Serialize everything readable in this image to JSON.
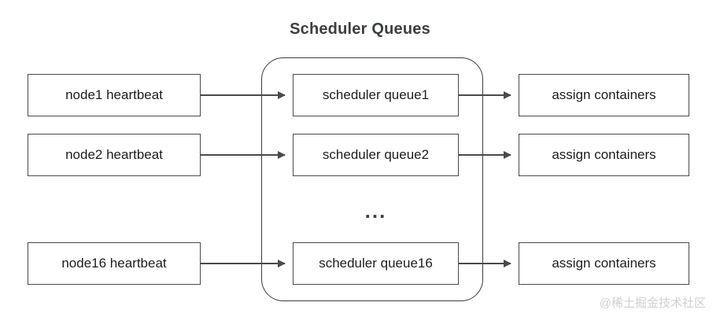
{
  "diagram": {
    "title": "Scheduler Queues",
    "ellipsis": "...",
    "watermark": "@稀土掘金技术社区",
    "colors": {
      "box_border": "#4a4a4a",
      "group_border": "#3c3c3c",
      "arrow": "#4a4a4a",
      "title_text": "#3a3f47",
      "body_text": "#1d1d1d",
      "watermark_text": "#cfcfcf",
      "background": "#ffffff"
    },
    "rows": [
      {
        "source": "node1 heartbeat",
        "queue": "scheduler queue1",
        "sink": "assign containers"
      },
      {
        "source": "node2 heartbeat",
        "queue": "scheduler queue2",
        "sink": "assign containers"
      },
      {
        "source": "node16 heartbeat",
        "queue": "scheduler queue16",
        "sink": "assign containers"
      }
    ]
  }
}
